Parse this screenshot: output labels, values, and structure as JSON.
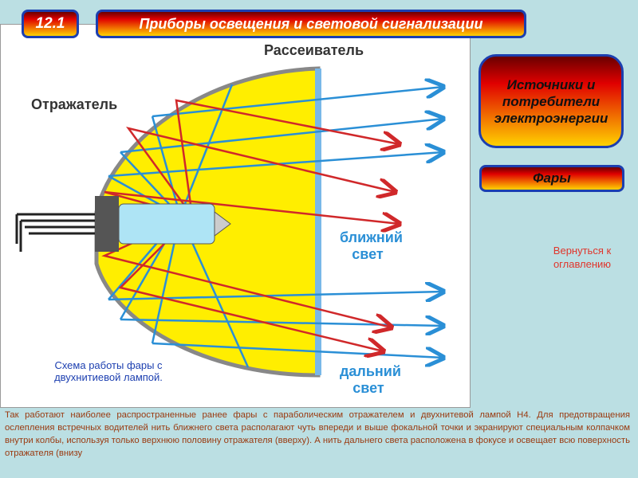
{
  "header": {
    "number": "12.1",
    "title": "Приборы освещения и световой сигнализации"
  },
  "nav": {
    "section": "Источники и потребители электроэнергии",
    "topic": "Фары",
    "back": "Вернуться к оглавлению"
  },
  "diagram": {
    "diffuser": "Рассеиватель",
    "reflector": "Отражатель",
    "low_beam": "ближний свет",
    "high_beam": "дальний свет",
    "caption": "Схема работы фары с двухнитиевой лампой."
  },
  "description": "Так работают наиболее распространенные ранее фары с параболическим отражателем и двухнитевой лампой Н4. Для предотвращения ослепления встречных водителей нить ближнего света располагают чуть впереди и выше фокальной точки и экранируют специальным колпачком внутри колбы, используя только верхнюю половину отражателя (вверху). А нить дальнего света расположена в фокусе и освещает всю поверхность отражателя (внизу"
}
